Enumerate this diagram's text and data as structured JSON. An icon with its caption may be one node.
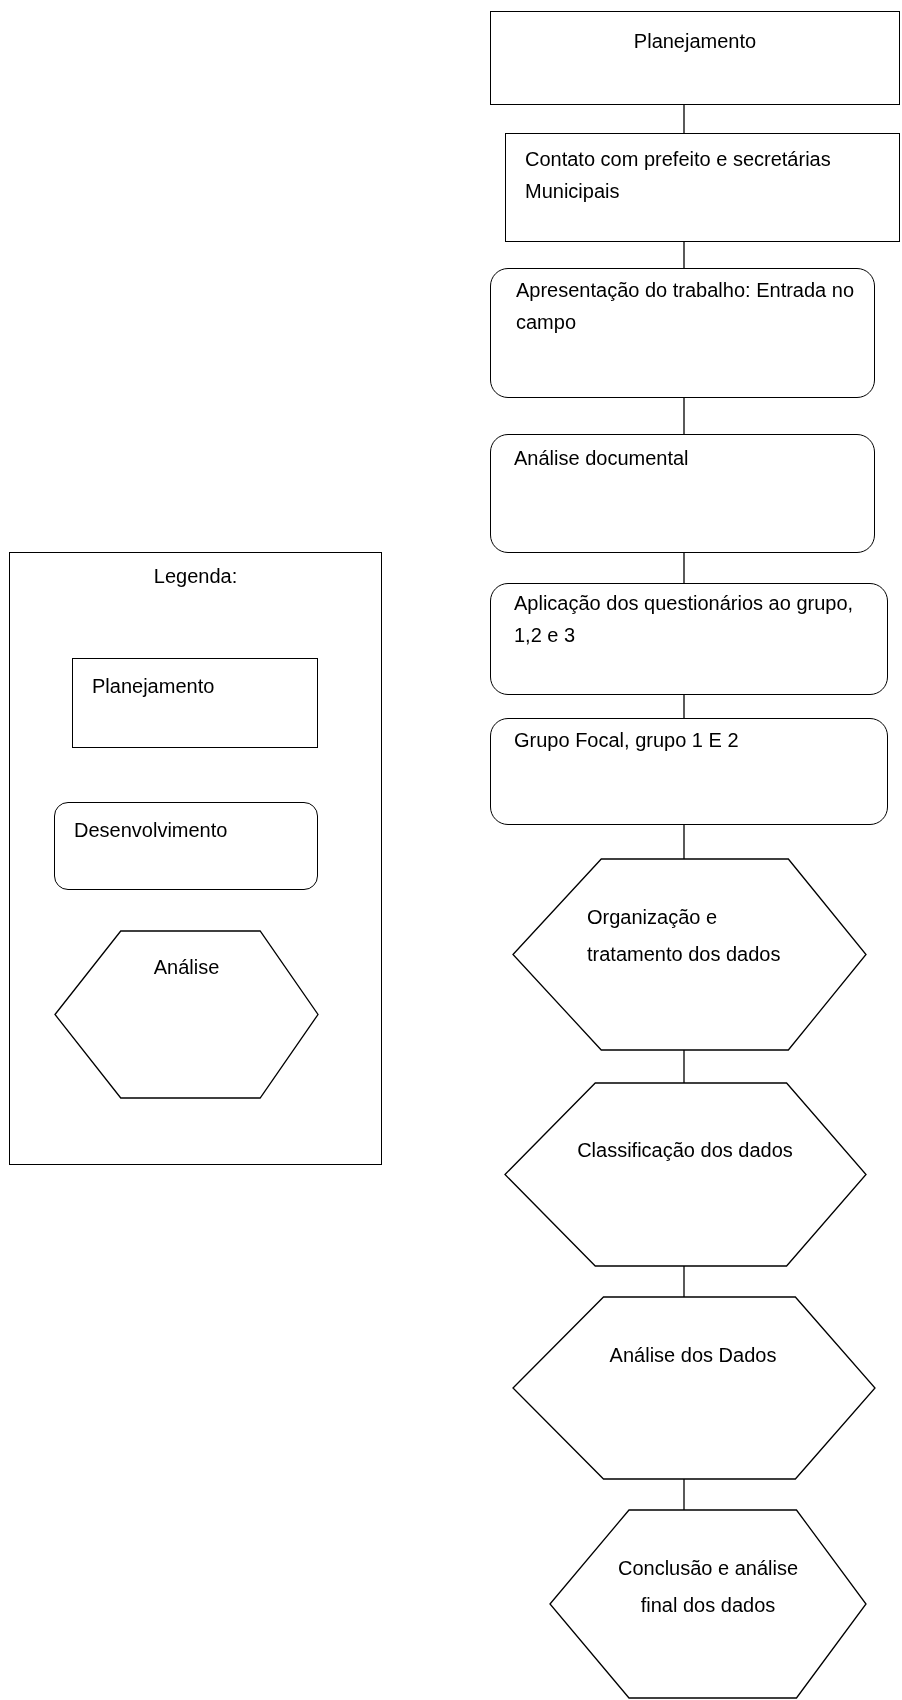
{
  "diagram": {
    "nodes": [
      {
        "text": [
          "Planejamento"
        ]
      },
      {
        "text": [
          "Contato com prefeito e secretárias Municipais"
        ]
      },
      {
        "text": [
          "Apresentação do trabalho: Entrada no campo"
        ]
      },
      {
        "text": [
          "Análise documental"
        ]
      },
      {
        "text": [
          "Aplicação dos questionários ao grupo, 1,2 e 3"
        ]
      },
      {
        "text": [
          "Grupo Focal, grupo 1 E 2"
        ]
      },
      {
        "text": [
          "Organização e tratamento dos dados"
        ]
      },
      {
        "text": [
          "Classificação dos dados"
        ]
      },
      {
        "text": [
          "Análise dos Dados"
        ]
      },
      {
        "text": [
          "Conclusão e análise final dos dados"
        ]
      }
    ],
    "edges": [
      {
        "from": 0,
        "to": 1,
        "arrow": "none"
      },
      {
        "from": 1,
        "to": 2,
        "arrow": "none"
      },
      {
        "from": 2,
        "to": 3,
        "arrow": "none"
      },
      {
        "from": 3,
        "to": 4,
        "arrow": "none"
      },
      {
        "from": 4,
        "to": 5,
        "arrow": "none"
      },
      {
        "from": 5,
        "to": 6,
        "arrow": "none"
      },
      {
        "from": 6,
        "to": 7,
        "arrow": "none"
      },
      {
        "from": 7,
        "to": 8,
        "arrow": "none"
      },
      {
        "from": 8,
        "to": 9,
        "arrow": "none"
      }
    ],
    "labels": [
      "Legenda:"
    ],
    "legend": [
      {
        "text": "Planejamento"
      },
      {
        "text": "Desenvolvimento"
      },
      {
        "text": "Análise"
      }
    ]
  }
}
